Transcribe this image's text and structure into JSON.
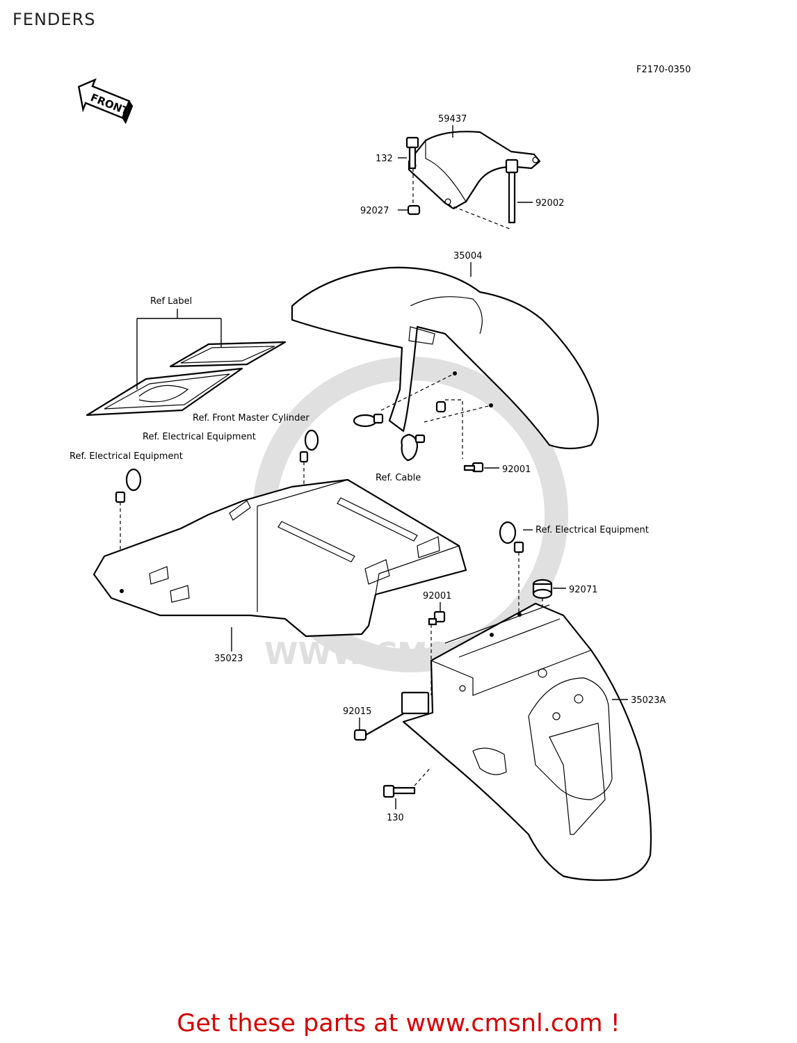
{
  "page": {
    "title": "FENDERS"
  },
  "diagram": {
    "code": "F2170-0350",
    "front_arrow": "FRONT",
    "labels": {
      "p59437": "59437",
      "p132": "132",
      "p92027": "92027",
      "p92002": "92002",
      "p35004": "35004",
      "ref_label": "Ref Label",
      "ref_front_master_cylinder": "Ref. Front Master Cylinder",
      "ref_electrical_1": "Ref. Electrical Equipment",
      "ref_electrical_2": "Ref. Electrical Equipment",
      "ref_cable": "Ref. Cable",
      "p92001_a": "92001",
      "ref_electrical_3": "Ref. Electrical Equipment",
      "p92071": "92071",
      "p92001_b": "92001",
      "p35023": "35023",
      "p35023a": "35023A",
      "p92015": "92015",
      "p130": "130"
    },
    "watermark": "WWW.CMSNL.COM"
  },
  "footer": {
    "text": "Get these parts at www.cmsnl.com !"
  }
}
